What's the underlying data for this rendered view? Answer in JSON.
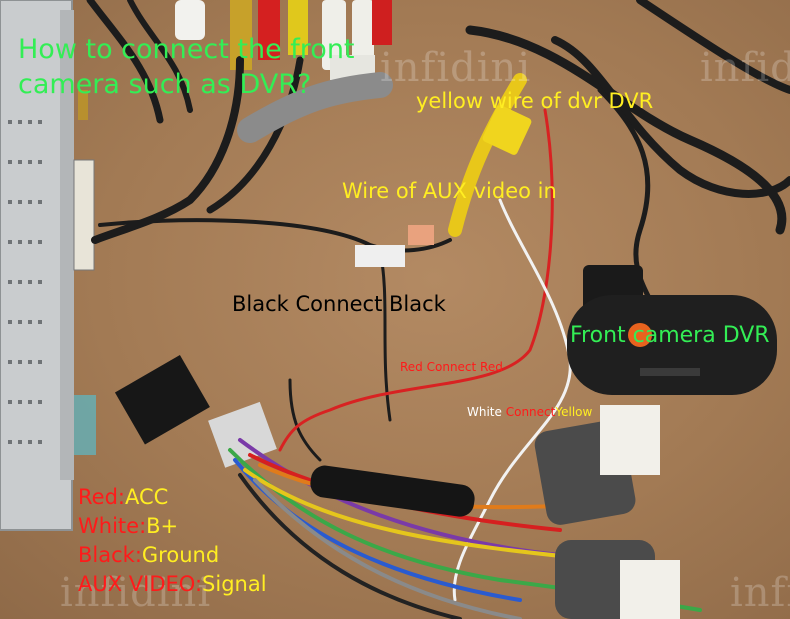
{
  "labels": {
    "title": "How to connect the front camera such as DVR?",
    "yellow_wire": "yellow wire of dvr DVR",
    "aux_video_in": "Wire of AUX video in",
    "black_connect": "Black Connect Black",
    "front_camera": "Front camera DVR",
    "red_connect": "Red Connect Red",
    "white_connect": {
      "part1": "White",
      "part2": "Connect",
      "part3": "Yellow"
    }
  },
  "legend": [
    {
      "key": "Red",
      "value": "ACC"
    },
    {
      "key": "White",
      "value": "B+"
    },
    {
      "key": "Black",
      "value": "Ground"
    },
    {
      "key": "AUX VIDEO",
      "value": "Signal"
    }
  ],
  "watermark": "infidini",
  "colors": {
    "title": "#33ee55",
    "yellow_label": "#ffee22",
    "red_label": "#ff1a1a",
    "legend_key": "#ff1a1a",
    "legend_value": "#ffee22",
    "cardboard": "#a57d56"
  }
}
